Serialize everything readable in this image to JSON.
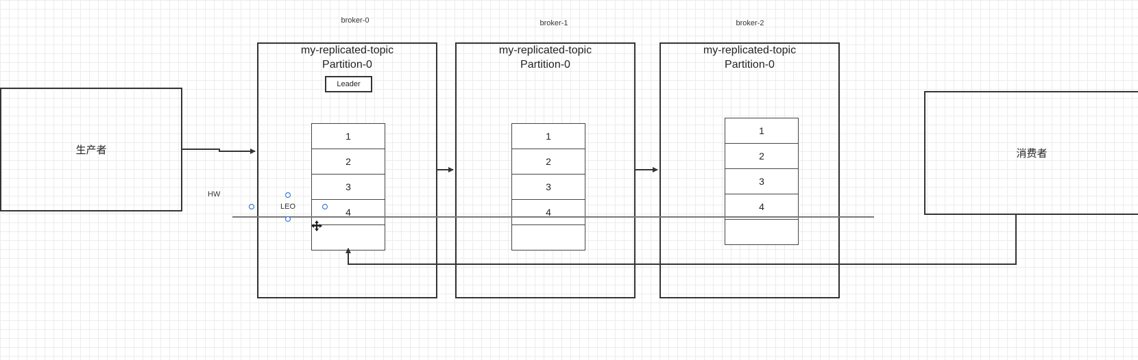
{
  "producer": {
    "label": "生产者"
  },
  "consumer": {
    "label": "消费者"
  },
  "brokers": [
    {
      "name": "broker-0",
      "topic": "my-replicated-topic",
      "partition": "Partition-0",
      "badge": "Leader",
      "cells": [
        "1",
        "2",
        "3",
        "4",
        ""
      ]
    },
    {
      "name": "broker-1",
      "topic": "my-replicated-topic",
      "partition": "Partition-0",
      "cells": [
        "1",
        "2",
        "3",
        "4",
        ""
      ]
    },
    {
      "name": "broker-2",
      "topic": "my-replicated-topic",
      "partition": "Partition-0",
      "cells": [
        "1",
        "2",
        "3",
        "4",
        ""
      ]
    }
  ],
  "markers": {
    "hw": "HW",
    "leo": "LEO"
  },
  "colors": {
    "stroke": "#333333",
    "grid": "#ececec",
    "handle": "#3b7bd6",
    "hw_line": "#777777"
  }
}
